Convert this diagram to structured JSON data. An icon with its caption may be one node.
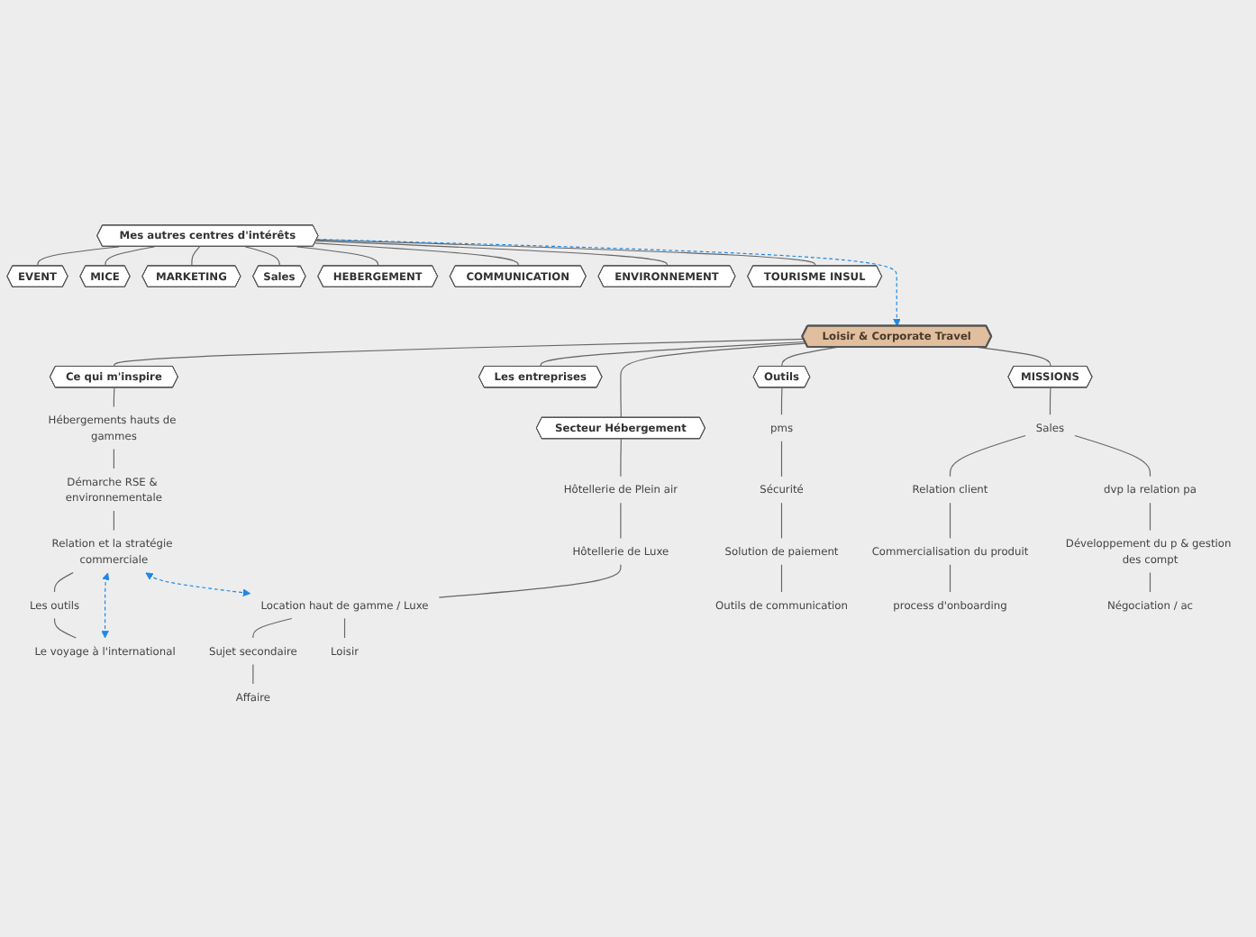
{
  "diagram": {
    "nodes": [
      {
        "text": [
          "Mes autres centres d'intérêts"
        ]
      },
      {
        "text": [
          "EVENT"
        ]
      },
      {
        "text": [
          "MICE"
        ]
      },
      {
        "text": [
          "MARKETING"
        ]
      },
      {
        "text": [
          "Sales"
        ]
      },
      {
        "text": [
          "HEBERGEMENT"
        ]
      },
      {
        "text": [
          "COMMUNICATION"
        ]
      },
      {
        "text": [
          "ENVIRONNEMENT"
        ]
      },
      {
        "text": [
          "TOURISME INSUL"
        ]
      },
      {
        "text": [
          "Loisir & Corporate Travel"
        ]
      },
      {
        "text": [
          "Ce qui m'inspire"
        ]
      },
      {
        "text": [
          "Les entreprises"
        ]
      },
      {
        "text": [
          "Secteur Hébergement"
        ]
      },
      {
        "text": [
          "Outils"
        ]
      },
      {
        "text": [
          "MISSIONS"
        ]
      },
      {
        "text": [
          "Hébergements hauts de gammes"
        ]
      },
      {
        "text": [
          "Démarche RSE & environnementale"
        ]
      },
      {
        "text": [
          "Relation et la stratégie commerciale"
        ]
      },
      {
        "text": [
          "Les outils"
        ]
      },
      {
        "text": [
          "Le voyage à l'international"
        ]
      },
      {
        "text": [
          "Hôtellerie de Plein air"
        ]
      },
      {
        "text": [
          "Hôtellerie de Luxe"
        ]
      },
      {
        "text": [
          "Location haut de gamme / Luxe"
        ]
      },
      {
        "text": [
          "Sujet secondaire"
        ]
      },
      {
        "text": [
          "Loisir"
        ]
      },
      {
        "text": [
          "Affaire"
        ]
      },
      {
        "text": [
          "pms"
        ]
      },
      {
        "text": [
          "Sécurité"
        ]
      },
      {
        "text": [
          "Solution de paiement"
        ]
      },
      {
        "text": [
          "Outils de communication"
        ]
      },
      {
        "text": [
          "Sales"
        ]
      },
      {
        "text": [
          "Relation client"
        ]
      },
      {
        "text": [
          "dvp la relation pa"
        ]
      },
      {
        "text": [
          "Commercialisation du produit"
        ]
      },
      {
        "text": [
          "process d'onboarding"
        ]
      },
      {
        "text": [
          "Développement du p & gestion des compt"
        ]
      },
      {
        "text": [
          "Négociation / ac"
        ]
      }
    ],
    "edges": [
      {
        "from": 0,
        "to": 1,
        "arrow": "none"
      },
      {
        "from": 0,
        "to": 2,
        "arrow": "none"
      },
      {
        "from": 0,
        "to": 3,
        "arrow": "none"
      },
      {
        "from": 0,
        "to": 4,
        "arrow": "none"
      },
      {
        "from": 0,
        "to": 5,
        "arrow": "none"
      },
      {
        "from": 0,
        "to": 6,
        "arrow": "none"
      },
      {
        "from": 0,
        "to": 7,
        "arrow": "none"
      },
      {
        "from": 0,
        "to": 8,
        "arrow": "none"
      },
      {
        "from": 0,
        "to": 9,
        "arrow": "to",
        "style": "dashed",
        "color": "#1e88e5"
      },
      {
        "from": 9,
        "to": 10,
        "arrow": "none"
      },
      {
        "from": 9,
        "to": 11,
        "arrow": "none"
      },
      {
        "from": 9,
        "to": 12,
        "arrow": "none"
      },
      {
        "from": 9,
        "to": 13,
        "arrow": "none"
      },
      {
        "from": 9,
        "to": 14,
        "arrow": "none"
      },
      {
        "from": 10,
        "to": 15,
        "arrow": "none"
      },
      {
        "from": 15,
        "to": 16,
        "arrow": "none"
      },
      {
        "from": 16,
        "to": 17,
        "arrow": "none"
      },
      {
        "from": 17,
        "to": 18,
        "arrow": "none"
      },
      {
        "from": 18,
        "to": 19,
        "arrow": "none"
      },
      {
        "from": 12,
        "to": 20,
        "arrow": "none"
      },
      {
        "from": 20,
        "to": 21,
        "arrow": "none"
      },
      {
        "from": 21,
        "to": 22,
        "arrow": "none"
      },
      {
        "from": 22,
        "to": 23,
        "arrow": "none"
      },
      {
        "from": 22,
        "to": 24,
        "arrow": "none"
      },
      {
        "from": 23,
        "to": 25,
        "arrow": "none"
      },
      {
        "from": 13,
        "to": 26,
        "arrow": "none"
      },
      {
        "from": 26,
        "to": 27,
        "arrow": "none"
      },
      {
        "from": 27,
        "to": 28,
        "arrow": "none"
      },
      {
        "from": 28,
        "to": 29,
        "arrow": "none"
      },
      {
        "from": 14,
        "to": 30,
        "arrow": "none"
      },
      {
        "from": 30,
        "to": 31,
        "arrow": "none"
      },
      {
        "from": 30,
        "to": 32,
        "arrow": "none"
      },
      {
        "from": 31,
        "to": 33,
        "arrow": "none"
      },
      {
        "from": 33,
        "to": 34,
        "arrow": "none"
      },
      {
        "from": 32,
        "to": 35,
        "arrow": "none"
      },
      {
        "from": 35,
        "to": 36,
        "arrow": "none"
      },
      {
        "from": 17,
        "to": 19,
        "arrow": "both",
        "style": "dashed",
        "color": "#1e88e5"
      },
      {
        "from": 17,
        "to": 22,
        "arrow": "both",
        "style": "dashed",
        "color": "#1e88e5"
      }
    ]
  }
}
